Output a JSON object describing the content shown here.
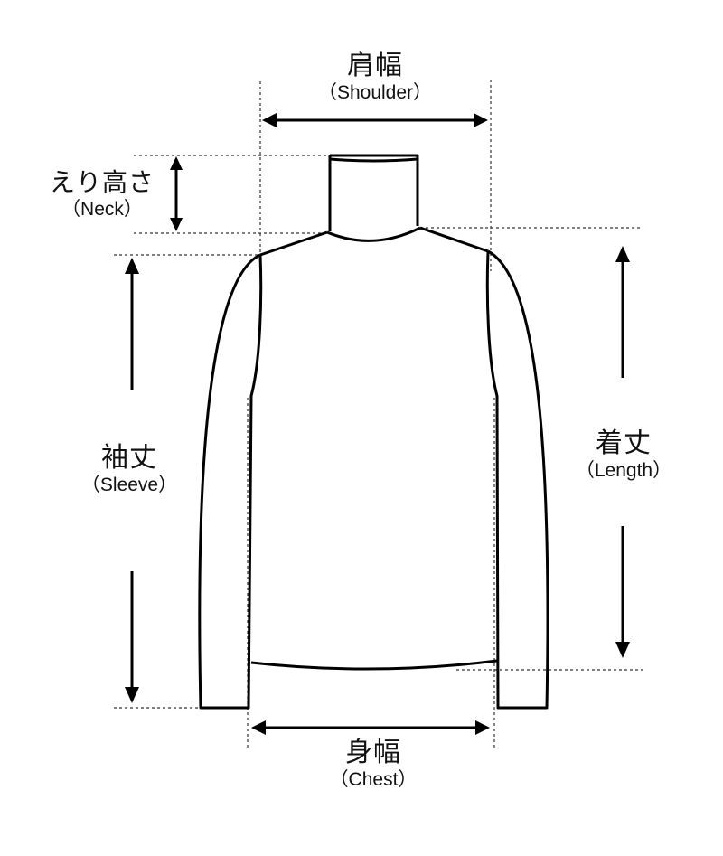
{
  "labels": {
    "shoulder": {
      "jp": "肩幅",
      "en": "（Shoulder）"
    },
    "neck": {
      "jp": "えり高さ",
      "en": "（Neck）"
    },
    "sleeve": {
      "jp": "袖丈",
      "en": "（Sleeve）"
    },
    "length": {
      "jp": "着丈",
      "en": "（Length）"
    },
    "chest": {
      "jp": "身幅",
      "en": "（Chest）"
    }
  },
  "colors": {
    "line": "#000000",
    "guide": "#333333",
    "background": "#ffffff"
  }
}
